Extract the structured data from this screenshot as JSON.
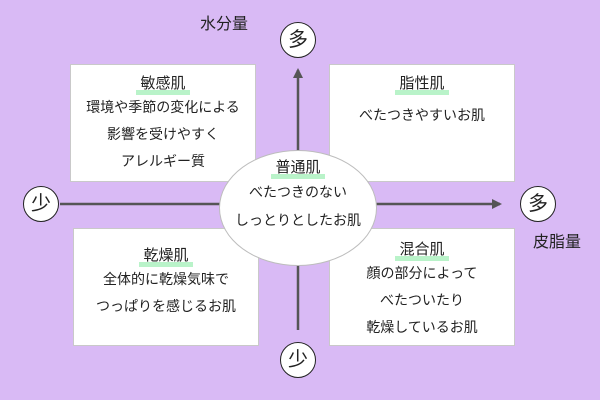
{
  "axes": {
    "vertical_label": "水分量",
    "horizontal_label": "皮脂量",
    "top": "多",
    "bottom": "少",
    "left": "少",
    "right": "多"
  },
  "quadrants": {
    "top_left": {
      "title": "敏感肌",
      "lines": [
        "環境や季節の変化による",
        "影響を受けやすく",
        "アレルギー質"
      ]
    },
    "top_right": {
      "title": "脂性肌",
      "lines": [
        "べたつきやすいお肌"
      ]
    },
    "bottom_left": {
      "title": "乾燥肌",
      "lines": [
        "全体的に乾燥気味で",
        "つっぱりを感じるお肌"
      ]
    },
    "bottom_right": {
      "title": "混合肌",
      "lines": [
        "顔の部分によって",
        "べたついたり",
        "乾燥しているお肌"
      ]
    }
  },
  "center": {
    "title": "普通肌",
    "lines": [
      "べたつきのない",
      "しっとりとしたお肌"
    ]
  },
  "colors": {
    "background": "#d9baf5",
    "title_highlight": "#b9f3c9",
    "axis": "#555555"
  }
}
